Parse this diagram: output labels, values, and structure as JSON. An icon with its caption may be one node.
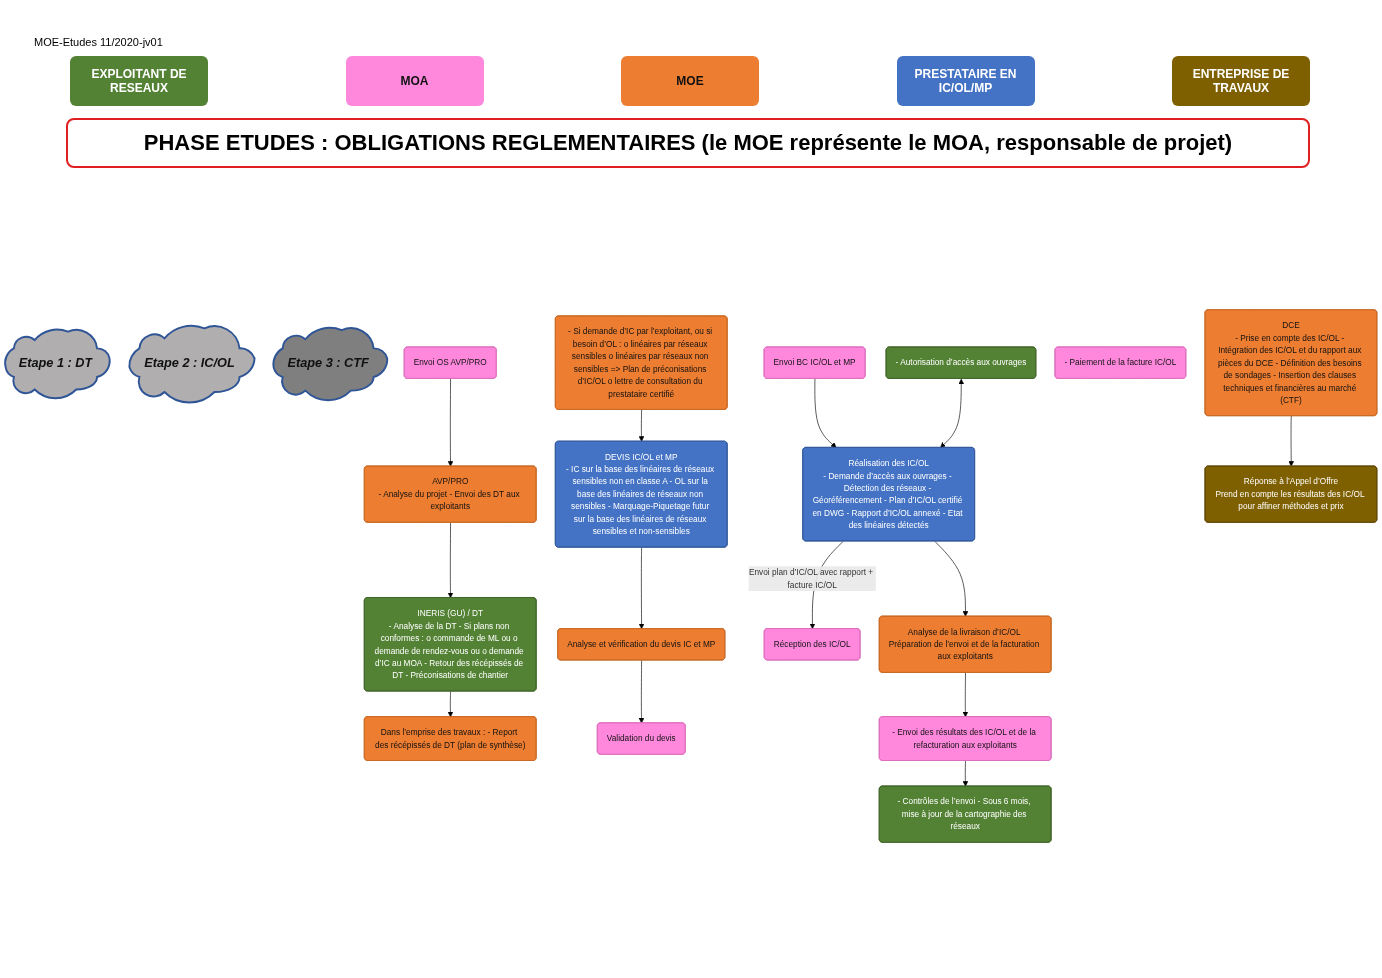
{
  "diagram": {
    "title": "PHASE ETUDES : OBLIGATIONS REGLEMENTAIRES (le MOE représente le MOA, responsable de projet)",
    "nodes": [
      {
        "text": [
          "Etape 1 : DT"
        ]
      },
      {
        "text": [
          "Etape 2 : IC/OL"
        ]
      },
      {
        "text": [
          "Etape 3 : CTF"
        ]
      },
      {
        "text": [
          "INERIS (GU) / DT",
          "- Analyse de la DT - Si plans non conformes : o commande de ML ou o demande de rendez-vous ou o demande d’IC au MOA - Retour des récépissés de DT - Préconisations de chantier"
        ]
      },
      {
        "text": [
          "Envoi OS AVP/PRO"
        ]
      },
      {
        "text": [
          "AVP/PRO",
          "- Analyse du projet - Envoi des DT aux exploitants"
        ]
      },
      {
        "text": [
          "Dans l’emprise des travaux : - Report des récépissés de DT (plan de synthèse)"
        ]
      },
      {
        "text": [
          "- Si demande d’IC par l’exploitant, ou si besoin d’OL : o linéaires par réseaux sensibles o linéaires par réseaux non sensibles => Plan de préconisations d’IC/OL o lettre de consultation du prestataire certifié"
        ]
      },
      {
        "text": [
          "DEVIS IC/OL et MP",
          "- IC sur la base des linéaires de réseaux sensibles non en classe A - OL sur la base des linéaires de réseaux non sensibles - Marquage-Piquetage futur sur la base des linéaires de réseaux sensibles et non-sensibles"
        ]
      },
      {
        "text": [
          "Analyse et vérification du devis IC et MP"
        ]
      },
      {
        "text": [
          "Validation du devis"
        ]
      },
      {
        "text": [
          "Envoi BC IC/OL et MP"
        ]
      },
      {
        "text": [
          "- Autorisation d’accès aux ouvrages"
        ]
      },
      {
        "text": [
          "Réalisation des IC/OL",
          "- Demande d’accès aux ouvrages - Détection des réseaux - Géoréférencement - Plan d’IC/OL certifié en DWG - Rapport d’IC/OL annexé - Etat des linéaires détectés"
        ]
      },
      {
        "text": [
          "Réception des IC/OL"
        ]
      },
      {
        "text": [
          "- Paiement de la facture IC/OL"
        ]
      },
      {
        "text": [
          "- Envoi des résultats des IC/OL et de la refacturation aux exploitants"
        ]
      },
      {
        "text": [
          "Analyse de la livraison d’IC/OL Préparation de l’envoi et de la facturation aux exploitants"
        ]
      },
      {
        "text": [
          "DCE",
          "- Prise en compte des IC/OL - Intégration des IC/OL et du rapport aux pièces du DCE - Définition des besoins de sondages - Insertion des clauses techniques et financières au marché (CTF)"
        ]
      },
      {
        "text": [
          "- Contrôles de l’envoi - Sous 6 mois, mise à jour de la cartographie des réseaux"
        ]
      },
      {
        "text": [
          "Réponse à l’Appel d’Offre",
          "Prend en compte les résultats des IC/OL pour affiner méthodes et prix"
        ]
      }
    ],
    "edges": [
      {
        "from": 4,
        "to": 5,
        "arrow": "to"
      },
      {
        "from": 5,
        "to": 3,
        "arrow": "to"
      },
      {
        "from": 3,
        "to": 6,
        "arrow": "to"
      },
      {
        "from": 7,
        "to": 8,
        "arrow": "to"
      },
      {
        "from": 8,
        "to": 9,
        "arrow": "to"
      },
      {
        "from": 9,
        "to": 10,
        "arrow": "to"
      },
      {
        "from": 11,
        "to": 13,
        "arrow": "to"
      },
      {
        "from": 12,
        "to": 13,
        "arrow": "both"
      },
      {
        "from": 13,
        "to": 14,
        "arrow": "to",
        "label": "Envoi plan d’IC/OL avec rapport + facture IC/OL"
      },
      {
        "from": 13,
        "to": 17,
        "arrow": "to"
      },
      {
        "from": 17,
        "to": 16,
        "arrow": "to"
      },
      {
        "from": 16,
        "to": 19,
        "arrow": "to"
      },
      {
        "from": 18,
        "to": 20,
        "arrow": "to"
      }
    ],
    "labels": [
      "MOE-Etudes 11/2020-jv01"
    ],
    "legend": [
      {
        "text": "EXPLOITANT DE RESEAUX",
        "color": "#548235"
      },
      {
        "text": "MOA",
        "color": "#ff88dd"
      },
      {
        "text": "MOE",
        "color": "#ed7d31"
      },
      {
        "text": "PRESTATAIRE EN IC/OL/MP",
        "color": "#4472c4"
      },
      {
        "text": "ENTREPRISE DE TRAVAUX",
        "color": "#7f6000"
      }
    ]
  }
}
